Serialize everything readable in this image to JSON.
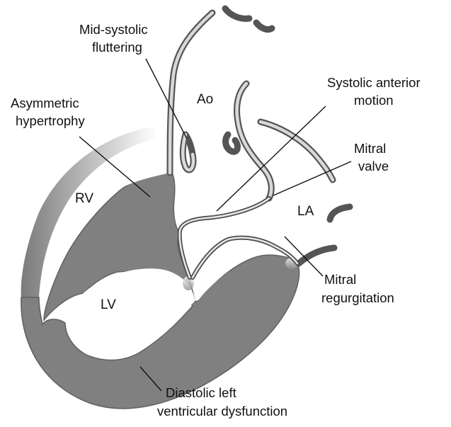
{
  "labels": {
    "mid_systolic": [
      "Mid-systolic",
      "fluttering"
    ],
    "systolic_anterior": [
      "Systolic anterior",
      "motion"
    ],
    "asymmetric": [
      "Asymmetric",
      "hypertrophy"
    ],
    "mitral_valve": [
      "Mitral",
      "valve"
    ],
    "mitral_regurgitation": [
      "Mitral",
      "regurgitation"
    ],
    "diastolic": [
      "Diastolic left",
      "ventricular dysfunction"
    ]
  },
  "chambers": {
    "ao": "Ao",
    "rv": "RV",
    "la": "LA",
    "lv": "LV"
  },
  "colors": {
    "myocardium": "#808080",
    "myocardium_edge": "#5f5f5f",
    "vessel_wall": "#555555",
    "text": "#111111",
    "background": "#ffffff"
  }
}
